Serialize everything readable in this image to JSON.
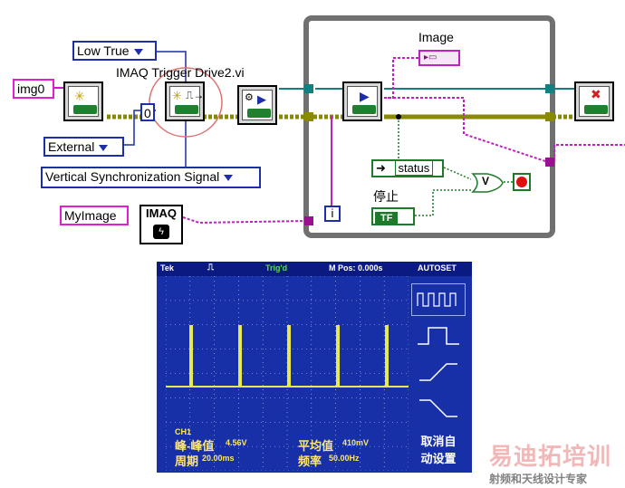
{
  "diagram": {
    "controls": {
      "low_true": "Low True",
      "external": "External",
      "vertical_sync": "Vertical Synchronization Signal",
      "zero_const": "0"
    },
    "inputs": {
      "img0": "img0",
      "myimage": "MyImage"
    },
    "vi_title": "IMAQ Trigger Drive2.vi",
    "imaq_label": "IMAQ",
    "image_label": "Image",
    "status_label": "status",
    "stop_label": "停止",
    "bool_const": "TF",
    "loop_index": "i",
    "or_gate": "V"
  },
  "scope": {
    "brand": "Tek",
    "trig_status": "Trig'd",
    "position": "M Pos: 0.000s",
    "autoset": "AUTOSET",
    "channel": "CH1",
    "pk_pk_label": "峰-峰值",
    "pk_pk_value": "4.56V",
    "period_label": "周期",
    "period_value": "20.00ms",
    "mean_label": "平均值",
    "mean_value": "410mV",
    "freq_label": "频率",
    "freq_value": "50.00Hz",
    "cancel_autoset": [
      "取消自",
      "动设置"
    ]
  },
  "watermark": {
    "brand": "易迪拓培训",
    "subtitle": "射频和天线设计专家"
  },
  "colors": {
    "wire_pink": "#c020c0",
    "wire_olive": "#8a8a00",
    "wire_teal": "#108080",
    "wire_blue": "#1c2fa8",
    "wire_green": "#1d7a2a",
    "scope_bg": "#1730a8",
    "trace": "#e8e850"
  }
}
